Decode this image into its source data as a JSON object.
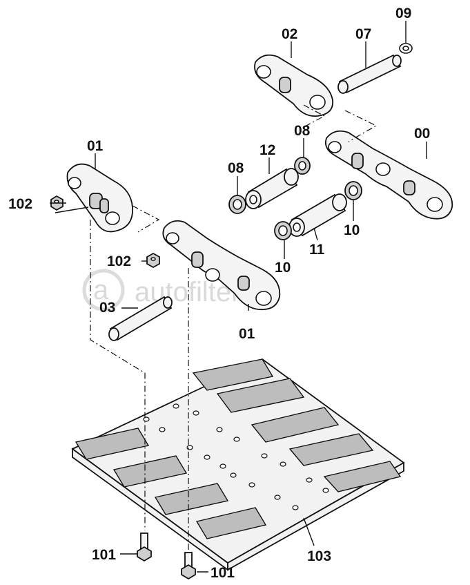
{
  "labels": {
    "p00": "00",
    "p01_top": "01",
    "p01_bottom": "01",
    "p02": "02",
    "p03": "03",
    "p07": "07",
    "p08_left": "08",
    "p08_right": "08",
    "p09": "09",
    "p10_left": "10",
    "p10_right": "10",
    "p11": "11",
    "p12": "12",
    "p101_left": "101",
    "p101_right": "101",
    "p102_top": "102",
    "p102_mid": "102",
    "p103": "103"
  },
  "watermark": "autofilter.ru"
}
